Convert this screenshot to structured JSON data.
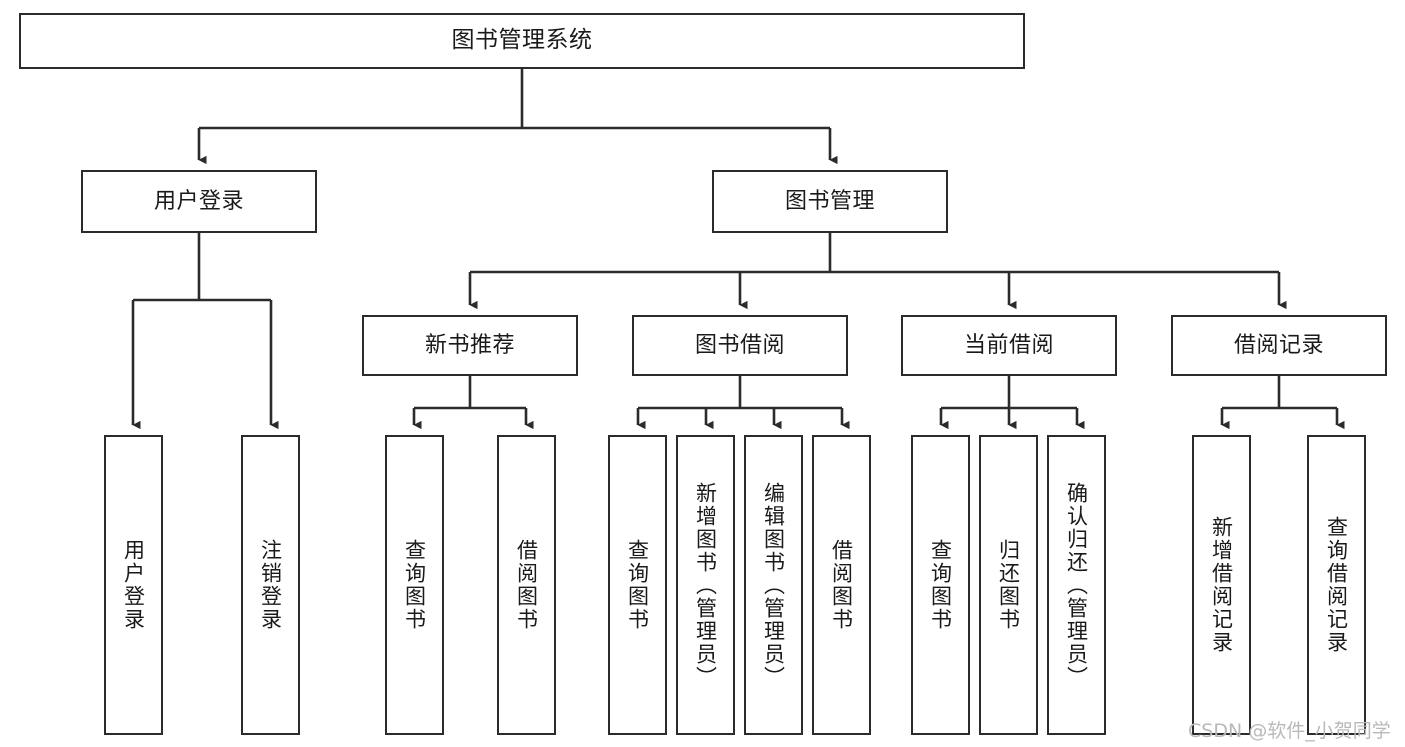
{
  "diagram": {
    "title": "图书管理系统",
    "type": "hierarchy-tree",
    "root": {
      "label": "图书管理系统"
    },
    "level2": [
      {
        "label": "用户登录"
      },
      {
        "label": "图书管理"
      }
    ],
    "level3": [
      {
        "label": "新书推荐"
      },
      {
        "label": "图书借阅"
      },
      {
        "label": "当前借阅"
      },
      {
        "label": "借阅记录"
      }
    ],
    "leaves": {
      "user_login": [
        {
          "label": "用户登录"
        },
        {
          "label": "注销登录"
        }
      ],
      "new_book_recommend": [
        {
          "label": "查询图书"
        },
        {
          "label": "借阅图书"
        }
      ],
      "book_borrow": [
        {
          "label": "查询图书"
        },
        {
          "label": "新增图书（管理员）"
        },
        {
          "label": "编辑图书（管理员）"
        },
        {
          "label": "借阅图书"
        }
      ],
      "current_borrow": [
        {
          "label": "查询图书"
        },
        {
          "label": "归还图书"
        },
        {
          "label": "确认归还（管理员）"
        }
      ],
      "borrow_record": [
        {
          "label": "新增借阅记录"
        },
        {
          "label": "查询借阅记录"
        }
      ]
    }
  },
  "watermark": {
    "text": "CSDN @软件_小贺同学"
  },
  "colors": {
    "box_border": "#2b2b2b",
    "box_fill": "#ffffff",
    "line": "#2b2b2b",
    "text": "#1a1a1a",
    "watermark": "#b9b9b9"
  }
}
